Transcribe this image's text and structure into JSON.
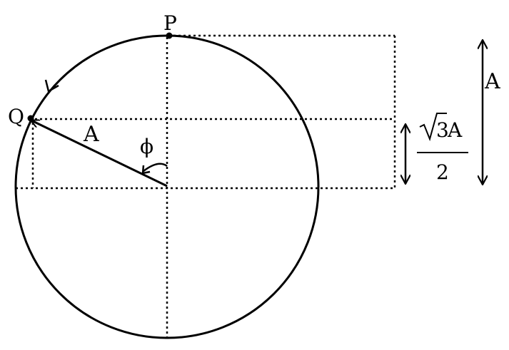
{
  "labels": {
    "point_p": "P",
    "point_q": "Q",
    "radius": "A",
    "angle": "ϕ",
    "amplitude": "A",
    "height_root": "3",
    "height_amp": "A",
    "height_den": "2"
  },
  "colors": {
    "ink": "#000000",
    "background": "#ffffff"
  }
}
